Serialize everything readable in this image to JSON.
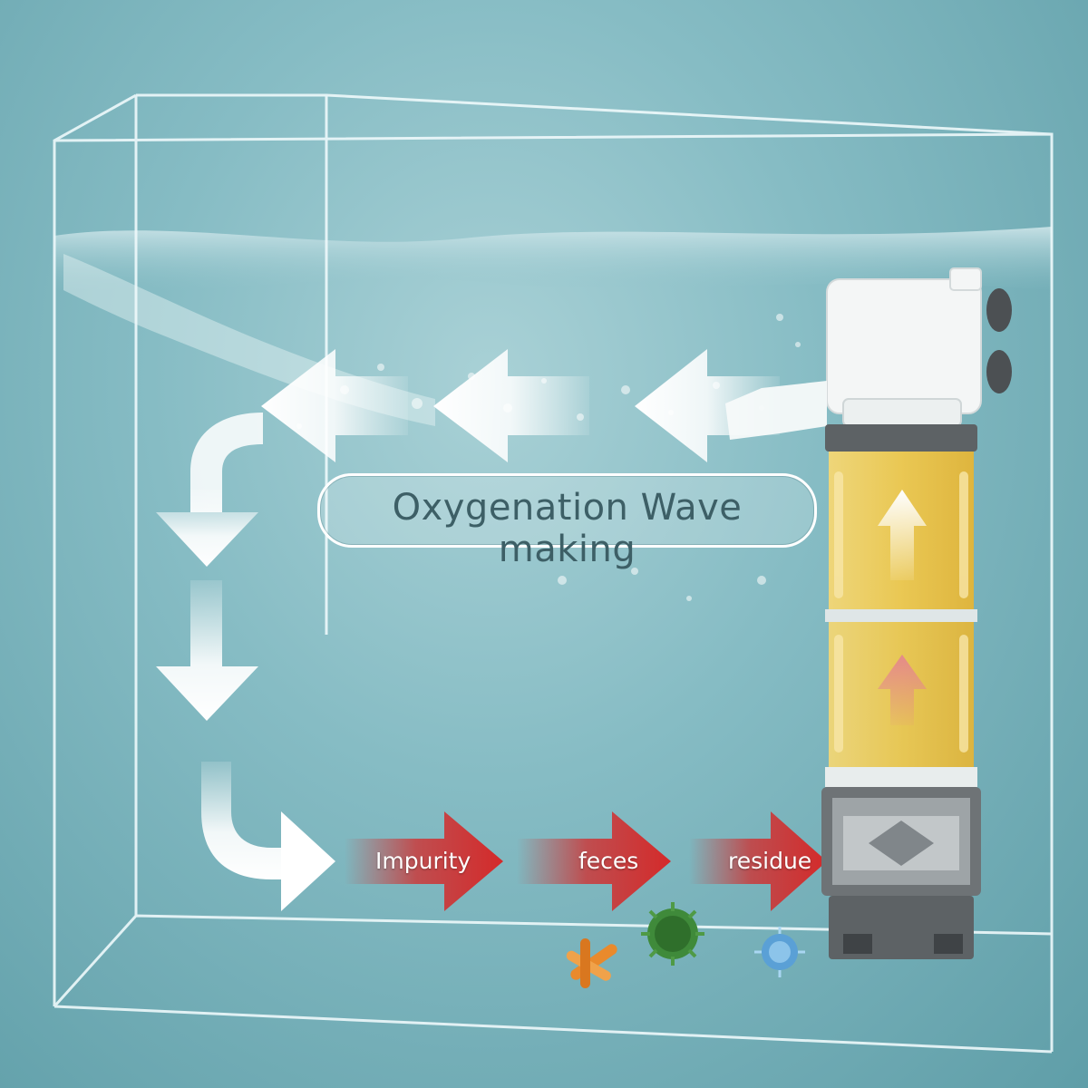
{
  "labels": {
    "oxygenation": "Oxygenation Wave making",
    "impurity": "Impurity",
    "feces": "feces",
    "residue": "residue"
  },
  "colors": {
    "background": "#6fa9b2",
    "tank_edge": "#eef9fb",
    "flow_arrow": "#ffffff",
    "debris_arrow": "#d42a2a",
    "filter_media": "#f3c94a",
    "pump_housing": "#f4f6f6",
    "pump_base": "#6e7376",
    "label_text": "#3d5f66"
  },
  "icons": {
    "filter": "aquarium-filter-icon",
    "debris_orange": "orange-bacteria-icon",
    "debris_green": "green-microbe-icon",
    "debris_blue": "blue-microbe-icon"
  }
}
